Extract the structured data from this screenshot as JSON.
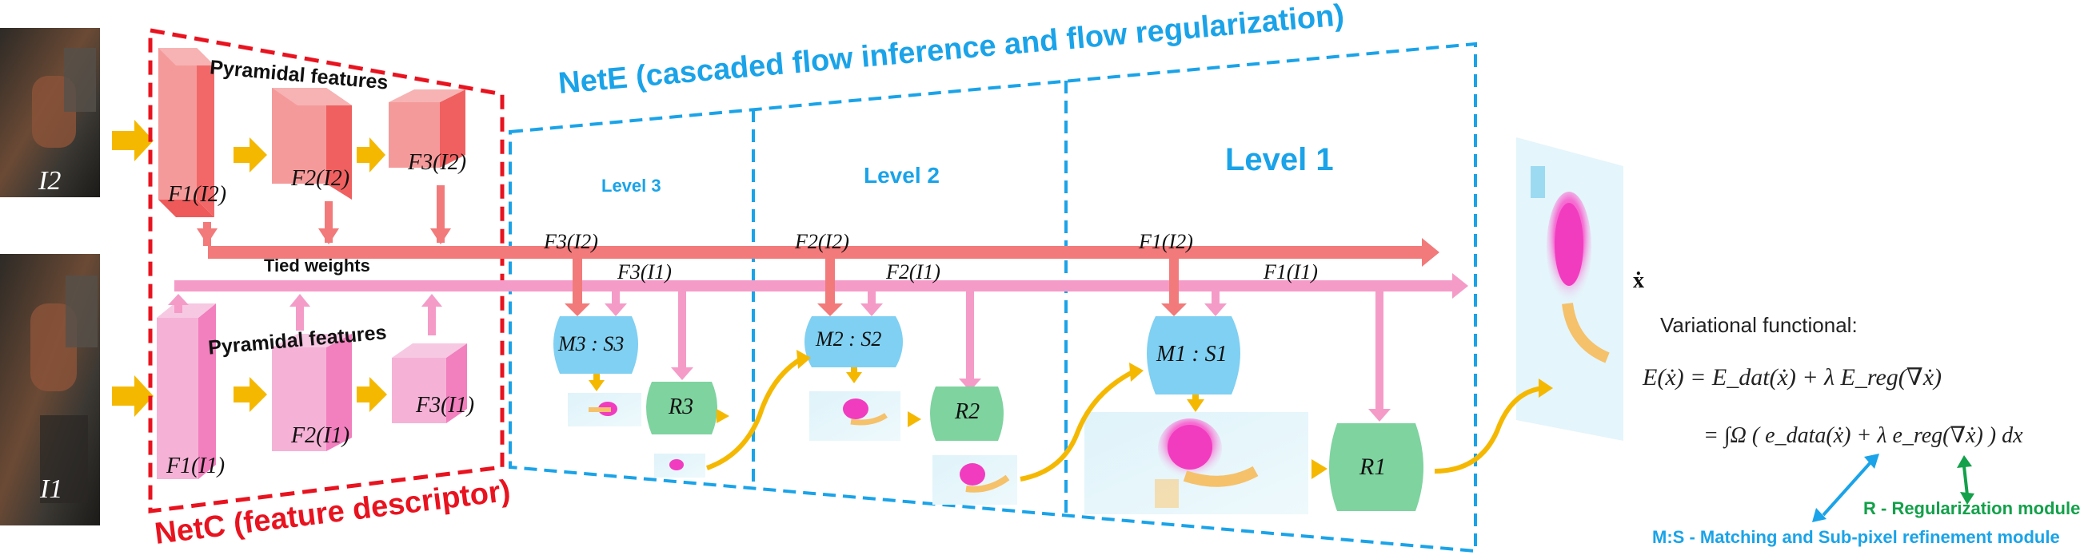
{
  "inputs": {
    "image_top": "I2",
    "image_bottom": "I1"
  },
  "netc": {
    "title": "NetC (feature descriptor)",
    "pyramidal_label_top": "Pyramidal features",
    "pyramidal_label_bottom": "Pyramidal features",
    "tied_weights": "Tied weights",
    "features_top": [
      "F1(I2)",
      "F2(I2)",
      "F3(I2)"
    ],
    "features_bottom": [
      "F1(I1)",
      "F2(I1)",
      "F3(I1)"
    ]
  },
  "nete": {
    "title": "NetE (cascaded flow inference and flow regularization)",
    "levels": [
      {
        "label": "Level 3",
        "matcher": "M3 : S3",
        "regularizer": "R3",
        "feat_i2": "F3(I2)",
        "feat_i1": "F3(I1)"
      },
      {
        "label": "Level 2",
        "matcher": "M2 : S2",
        "regularizer": "R2",
        "feat_i2": "F2(I2)",
        "feat_i1": "F2(I1)"
      },
      {
        "label": "Level 1",
        "matcher": "M1 : S1",
        "regularizer": "R1",
        "feat_i2": "F1(I2)",
        "feat_i1": "F1(I1)"
      }
    ]
  },
  "output": {
    "label": "ẋ"
  },
  "functional": {
    "title": "Variational functional:",
    "line1": "E(ẋ) = E_dat(ẋ) + λ E_reg(∇ẋ)",
    "line2": "= ∫Ω ( e_data(ẋ) + λ e_reg(∇ẋ) ) dx"
  },
  "legend": {
    "regularization": "R - Regularization module",
    "matching": "M:S - Matching and  Sub-pixel refinement module"
  },
  "colors": {
    "netc_border": "#e8131f",
    "nete_border": "#1aa3e8",
    "i2_stream": "#f27a7a",
    "i1_stream": "#f59bc8",
    "flow_arrow": "#f5b800",
    "matcher": "#7fd0f2",
    "regularizer": "#7ed39f"
  }
}
